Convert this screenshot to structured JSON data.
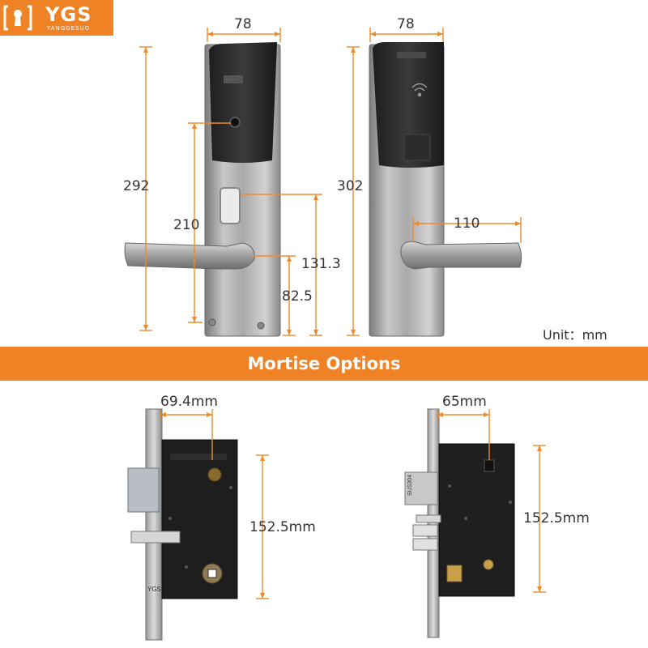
{
  "brand": {
    "name": "YGS",
    "sub": "YANGGESUO",
    "color": "#ef8224"
  },
  "section_title": "Mortise Options",
  "unit_label": "Unit：mm",
  "front_lock": {
    "width": "78",
    "height": "292",
    "card_to_bottom": "210",
    "handle_to_bottom": "82.5",
    "thumb_to_bottom": "131.3"
  },
  "back_lock": {
    "width": "78",
    "height": "302",
    "handle_length": "110"
  },
  "mortise_left": {
    "backset": "69.4mm",
    "height": "152.5mm",
    "faceplate_mark": "YGS"
  },
  "mortise_right": {
    "backset": "65mm",
    "height": "152.5mm",
    "faceplate_mark": "SUS304"
  },
  "dimension_color": "#f08a2c"
}
